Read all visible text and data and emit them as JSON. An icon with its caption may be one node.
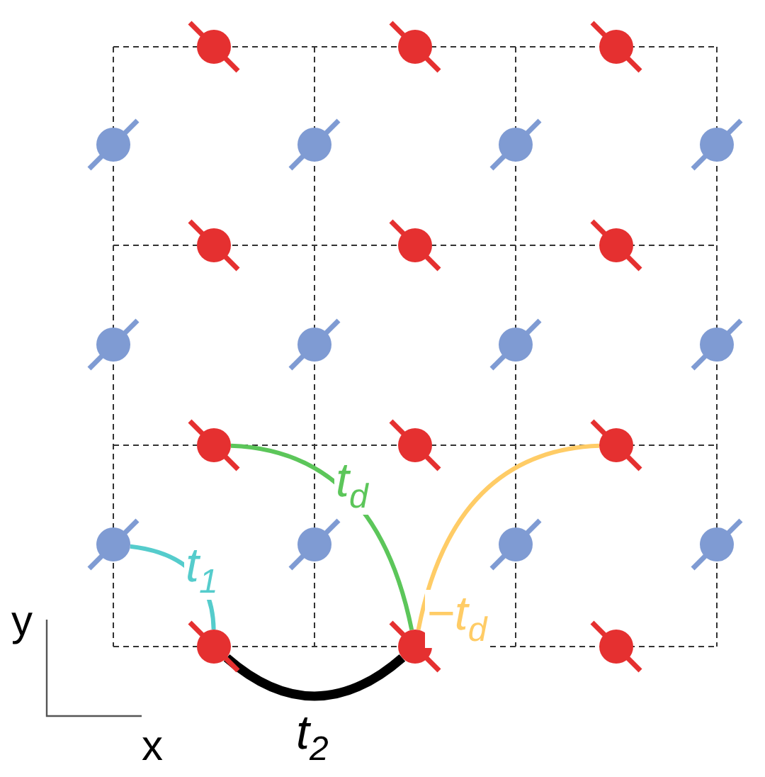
{
  "diagram": {
    "nodes": [
      {
        "text": [],
        "shape": "circle"
      },
      {
        "text": [],
        "shape": "circle"
      },
      {
        "text": [],
        "shape": "circle"
      },
      {
        "text": [],
        "shape": "circle"
      },
      {
        "text": [],
        "shape": "circle"
      }
    ],
    "edges": [
      {
        "from": 2,
        "to": 3,
        "arrow": "none",
        "label": "t$_{1}$",
        "color": "#55cccc"
      },
      {
        "from": 0,
        "to": 4,
        "arrow": "none",
        "label": "t$_{d}$",
        "color": "#5cc65a"
      },
      {
        "from": 1,
        "to": 4,
        "arrow": "none",
        "label": "−t$_{d}$",
        "color": "#ffcc66"
      },
      {
        "from": 3,
        "to": 4,
        "arrow": "none",
        "label": "t$_{2}$",
        "color": "#000000",
        "style": "thick"
      }
    ],
    "labels": [
      "y",
      "x"
    ]
  }
}
